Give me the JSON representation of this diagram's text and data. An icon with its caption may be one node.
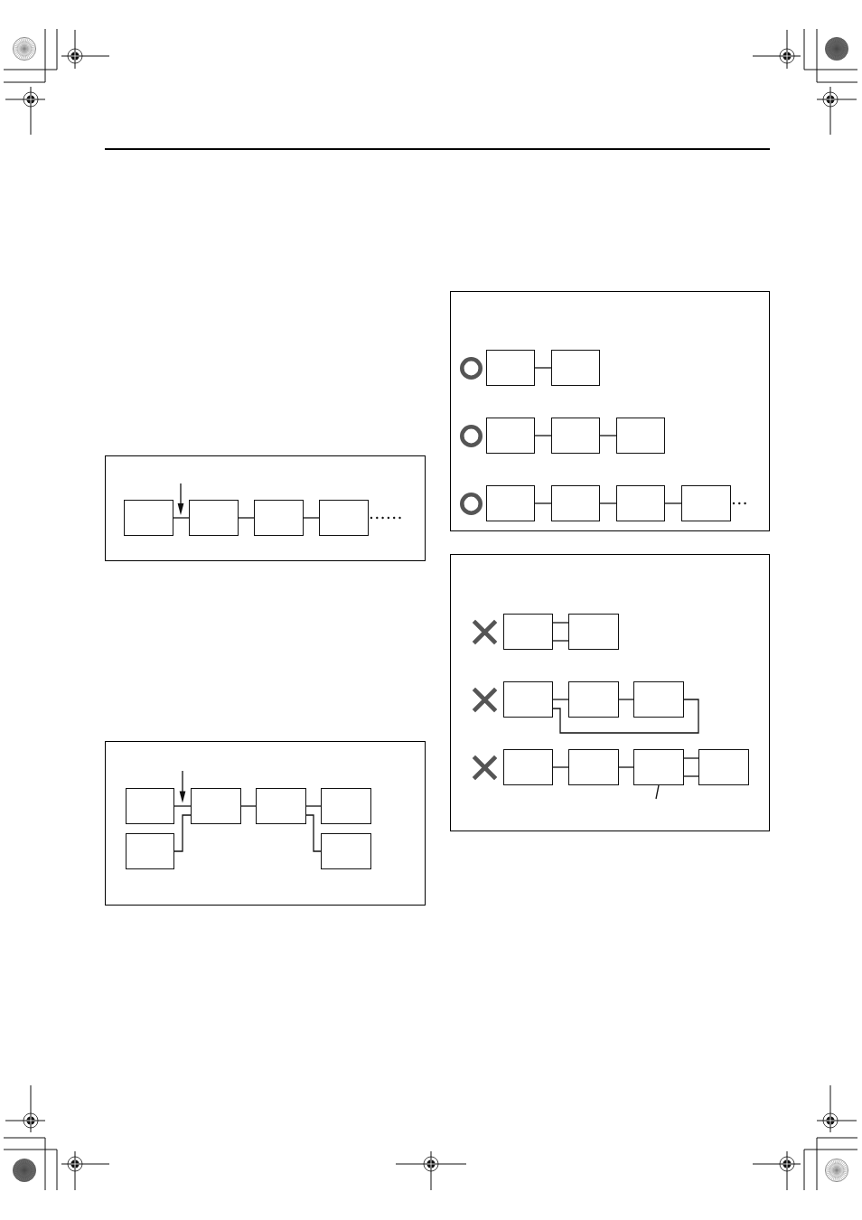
{
  "diagram": {
    "nodes": [
      {
        "text": [],
        "shape": "box"
      },
      {
        "text": [],
        "shape": "box",
        "in": 0
      },
      {
        "text": [],
        "shape": "box",
        "in": 0
      },
      {
        "text": [],
        "shape": "box",
        "in": 0
      },
      {
        "text": [],
        "shape": "box",
        "in": 0
      },
      {
        "text": [],
        "shape": "box"
      },
      {
        "text": [],
        "shape": "box",
        "in": 5
      },
      {
        "text": [],
        "shape": "box",
        "in": 5
      },
      {
        "text": [],
        "shape": "box",
        "in": 5
      },
      {
        "text": [],
        "shape": "box",
        "in": 5
      },
      {
        "text": [],
        "shape": "box",
        "in": 5
      },
      {
        "text": [],
        "shape": "box",
        "in": 5
      },
      {
        "text": [],
        "shape": "box"
      },
      {
        "text": [],
        "shape": "box",
        "in": 12
      },
      {
        "text": [],
        "shape": "box",
        "in": 12
      },
      {
        "text": [],
        "shape": "box",
        "in": 12
      },
      {
        "text": [],
        "shape": "box",
        "in": 12
      },
      {
        "text": [],
        "shape": "box",
        "in": 12
      },
      {
        "text": [],
        "shape": "box",
        "in": 12
      },
      {
        "text": [],
        "shape": "box",
        "in": 12
      },
      {
        "text": [],
        "shape": "box",
        "in": 12
      },
      {
        "text": [],
        "shape": "box",
        "in": 12
      },
      {
        "text": [],
        "shape": "box"
      },
      {
        "text": [],
        "shape": "box",
        "in": 22
      },
      {
        "text": [],
        "shape": "box",
        "in": 22
      },
      {
        "text": [],
        "shape": "box",
        "in": 22
      },
      {
        "text": [],
        "shape": "box",
        "in": 22
      },
      {
        "text": [],
        "shape": "box",
        "in": 22
      },
      {
        "text": [],
        "shape": "box",
        "in": 22
      },
      {
        "text": [],
        "shape": "box",
        "in": 22
      },
      {
        "text": [],
        "shape": "box",
        "in": 22
      },
      {
        "text": [],
        "shape": "box",
        "in": 22
      }
    ],
    "edges": [
      {
        "from": 1,
        "to": 2,
        "arrow": "none"
      },
      {
        "from": 2,
        "to": 3,
        "arrow": "none"
      },
      {
        "from": 3,
        "to": 4,
        "arrow": "none"
      },
      {
        "from": 4,
        "to": null,
        "arrow": "none",
        "style": "dashed"
      },
      {
        "from": 6,
        "to": 8,
        "arrow": "none"
      },
      {
        "from": 7,
        "to": 8,
        "arrow": "none"
      },
      {
        "from": 8,
        "to": 9,
        "arrow": "none"
      },
      {
        "from": 9,
        "to": 10,
        "arrow": "none"
      },
      {
        "from": 9,
        "to": 11,
        "arrow": "none"
      },
      {
        "from": 13,
        "to": 14,
        "arrow": "none"
      },
      {
        "from": 15,
        "to": 16,
        "arrow": "none"
      },
      {
        "from": 16,
        "to": 17,
        "arrow": "none"
      },
      {
        "from": 18,
        "to": 19,
        "arrow": "none"
      },
      {
        "from": 19,
        "to": 20,
        "arrow": "none"
      },
      {
        "from": 20,
        "to": 21,
        "arrow": "none"
      },
      {
        "from": 21,
        "to": null,
        "arrow": "none",
        "style": "dashed"
      },
      {
        "from": 23,
        "to": 24,
        "arrow": "none"
      },
      {
        "from": 23,
        "to": 24,
        "arrow": "none"
      },
      {
        "from": 25,
        "to": 26,
        "arrow": "none"
      },
      {
        "from": 26,
        "to": 27,
        "arrow": "none"
      },
      {
        "from": 25,
        "to": 27,
        "arrow": "none"
      },
      {
        "from": 28,
        "to": 29,
        "arrow": "none"
      },
      {
        "from": 29,
        "to": 30,
        "arrow": "none"
      },
      {
        "from": 30,
        "to": 31,
        "arrow": "none"
      },
      {
        "from": 30,
        "to": 31,
        "arrow": "none"
      },
      {
        "from": 30,
        "to": null,
        "arrow": "none"
      }
    ]
  }
}
